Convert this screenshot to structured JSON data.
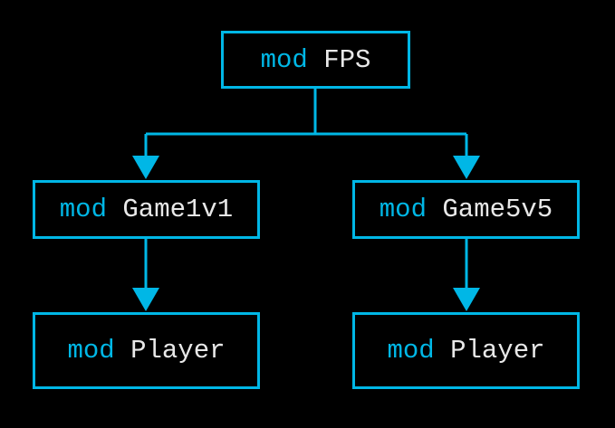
{
  "colors": {
    "background": "#000000",
    "accent": "#00b7e6",
    "text": "#e8e8e8"
  },
  "nodes": {
    "root": {
      "keyword": "mod",
      "name": "FPS"
    },
    "game1v1": {
      "keyword": "mod",
      "name": "Game1v1"
    },
    "game5v5": {
      "keyword": "mod",
      "name": "Game5v5"
    },
    "player_left": {
      "keyword": "mod",
      "name": "Player"
    },
    "player_right": {
      "keyword": "mod",
      "name": "Player"
    }
  }
}
